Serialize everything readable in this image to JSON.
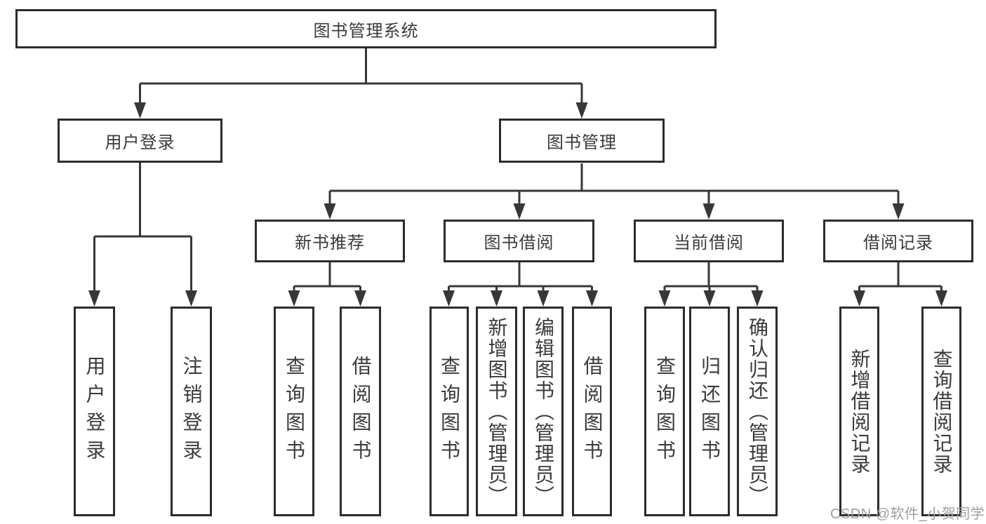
{
  "tree": {
    "label": "图书管理系统",
    "children": [
      {
        "label": "用户登录",
        "children": [
          {
            "label": "用户登录"
          },
          {
            "label": "注销登录"
          }
        ]
      },
      {
        "label": "图书管理",
        "children": [
          {
            "label": "新书推荐",
            "children": [
              {
                "label": "查询图书"
              },
              {
                "label": "借阅图书"
              }
            ]
          },
          {
            "label": "图书借阅",
            "children": [
              {
                "label": "查询图书"
              },
              {
                "label": "新增图书（管理员）"
              },
              {
                "label": "编辑图书（管理员）"
              },
              {
                "label": "借阅图书"
              }
            ]
          },
          {
            "label": "当前借阅",
            "children": [
              {
                "label": "查询图书"
              },
              {
                "label": "归还图书"
              },
              {
                "label": "确认归还（管理员）"
              }
            ]
          },
          {
            "label": "借阅记录",
            "children": [
              {
                "label": "新增借阅记录"
              },
              {
                "label": "查询借阅记录"
              }
            ]
          }
        ]
      }
    ]
  },
  "watermark": {
    "text": "CSDN @软件_小贺同学"
  },
  "colors": {
    "line": "#373737",
    "box_border": "#2c2c2c",
    "text": "#3a3a3a",
    "watermark": "#9e9e9e",
    "background": "#ffffff"
  }
}
